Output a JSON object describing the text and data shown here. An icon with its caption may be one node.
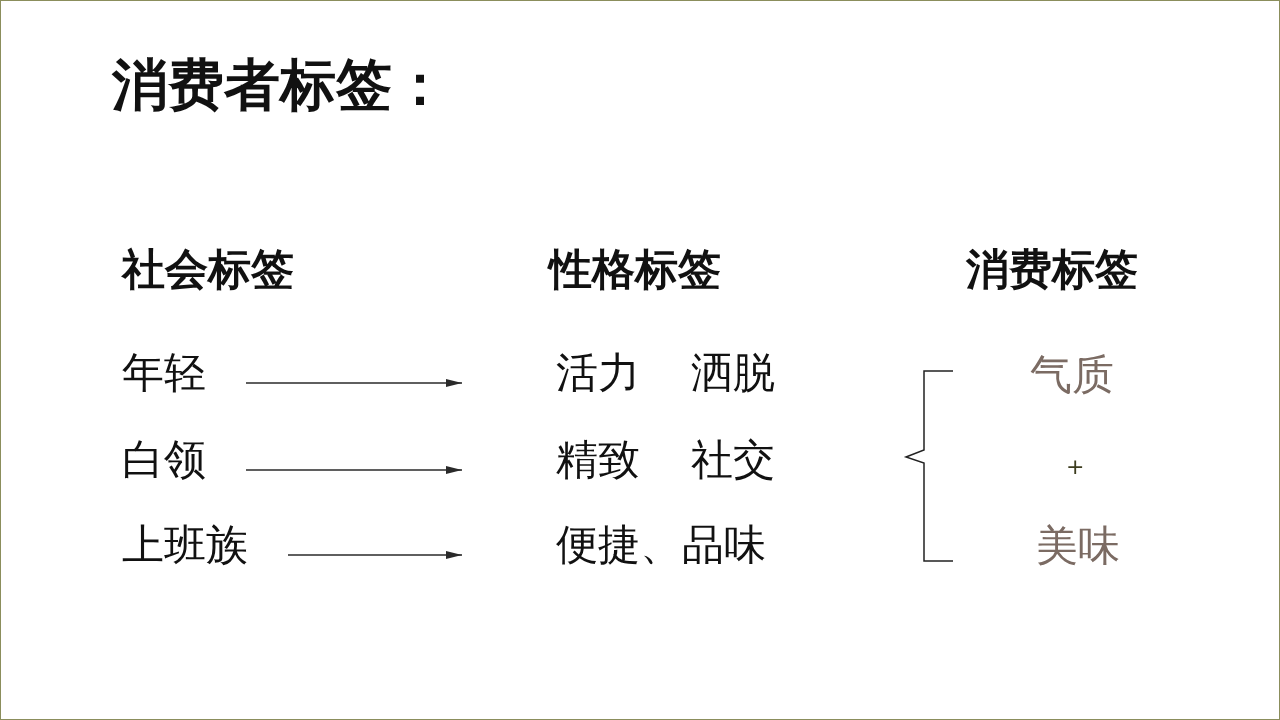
{
  "diagram": {
    "title": "消费者标签：",
    "nodes": [
      {
        "text": [
          "年轻"
        ]
      },
      {
        "text": [
          "白领"
        ]
      },
      {
        "text": [
          "上班族"
        ]
      },
      {
        "text": [
          "活力 洒脱"
        ]
      },
      {
        "text": [
          "精致 社交"
        ]
      },
      {
        "text": [
          "便捷、品味"
        ]
      }
    ],
    "edges": [
      {
        "from": 0,
        "to": 3,
        "arrow": "to"
      },
      {
        "from": 1,
        "to": 4,
        "arrow": "to"
      },
      {
        "from": 2,
        "to": 5,
        "arrow": "to"
      }
    ],
    "labels": [
      "社会标签",
      "性格标签",
      "消费标签",
      "气质",
      "+",
      "美味"
    ]
  }
}
